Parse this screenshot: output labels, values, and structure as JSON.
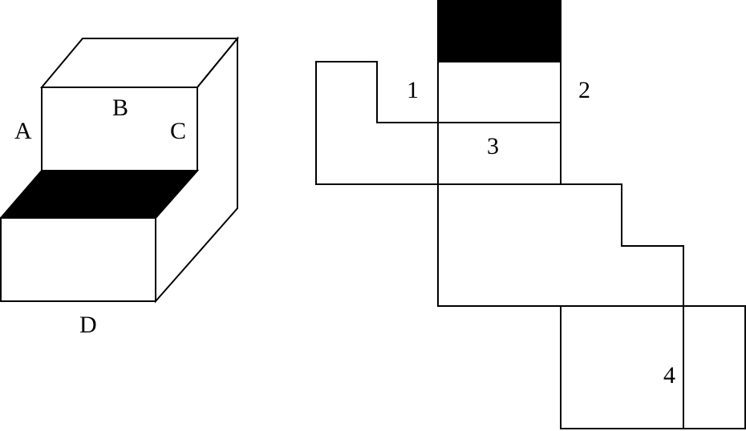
{
  "solid": {
    "labels": {
      "a": "A",
      "b": "B",
      "c": "C",
      "d": "D"
    },
    "shaded_color": "#000000"
  },
  "net": {
    "labels": {
      "one": "1",
      "two": "2",
      "three": "3",
      "four": "4"
    },
    "shaded_color": "#000000"
  },
  "colors": {
    "line": "#000000",
    "background": "#ffffff"
  }
}
